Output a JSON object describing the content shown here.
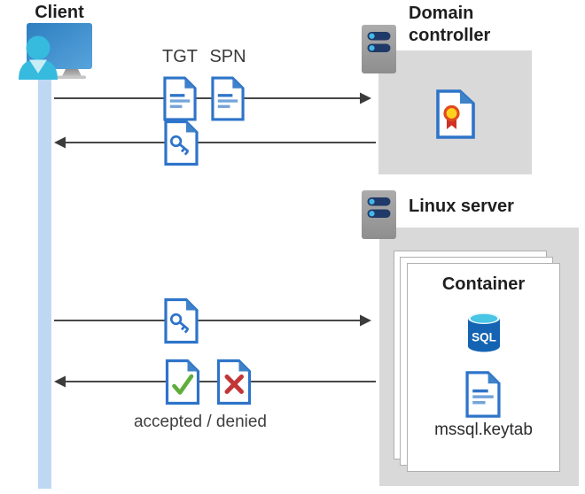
{
  "client": {
    "label": "Client"
  },
  "domain_controller": {
    "line1": "Domain",
    "line2": "controller"
  },
  "linux_server": {
    "label": "Linux server"
  },
  "container": {
    "title": "Container",
    "sql_badge": "SQL",
    "keytab_filename": "mssql.keytab"
  },
  "flow_top": {
    "tgt_label": "TGT",
    "spn_label": "SPN"
  },
  "flow_bottom": {
    "result_label": "accepted / denied"
  },
  "icons": {
    "client": "user-at-computer-icon",
    "domain_controller": "server-icon",
    "linux_server": "server-icon",
    "certificate": "certificate-document-icon",
    "tgt": "document-icon",
    "spn": "document-icon",
    "ticket_response": "key-document-icon",
    "service_request": "key-document-icon",
    "accepted": "check-document-icon",
    "denied": "x-document-icon",
    "sql": "sql-database-icon",
    "keytab": "document-icon"
  },
  "colors": {
    "doc_blue": "#2E74C9",
    "doc_line_light": "#74A4DA",
    "fold_blue": "#3F82C9",
    "lifeline_blue": "#BED8F4",
    "box_gray": "#D9D9D9",
    "arrow_gray": "#454545",
    "server_body_gray": "#9E9E9E",
    "server_bar_navy": "#1F3968",
    "server_dot_cyan": "#44B8E9",
    "sql_body_blue": "#1464B3",
    "sql_top_cyan": "#49C5E6",
    "check_green": "#5FAD3C",
    "deny_red": "#C23638",
    "cert_yellow": "#FFD21E",
    "cert_ring_red": "#E04A1E",
    "cert_ribbon_red": "#CE3127",
    "person_cyan": "#36BADE",
    "monitor_blue": "#3A8BCB"
  }
}
